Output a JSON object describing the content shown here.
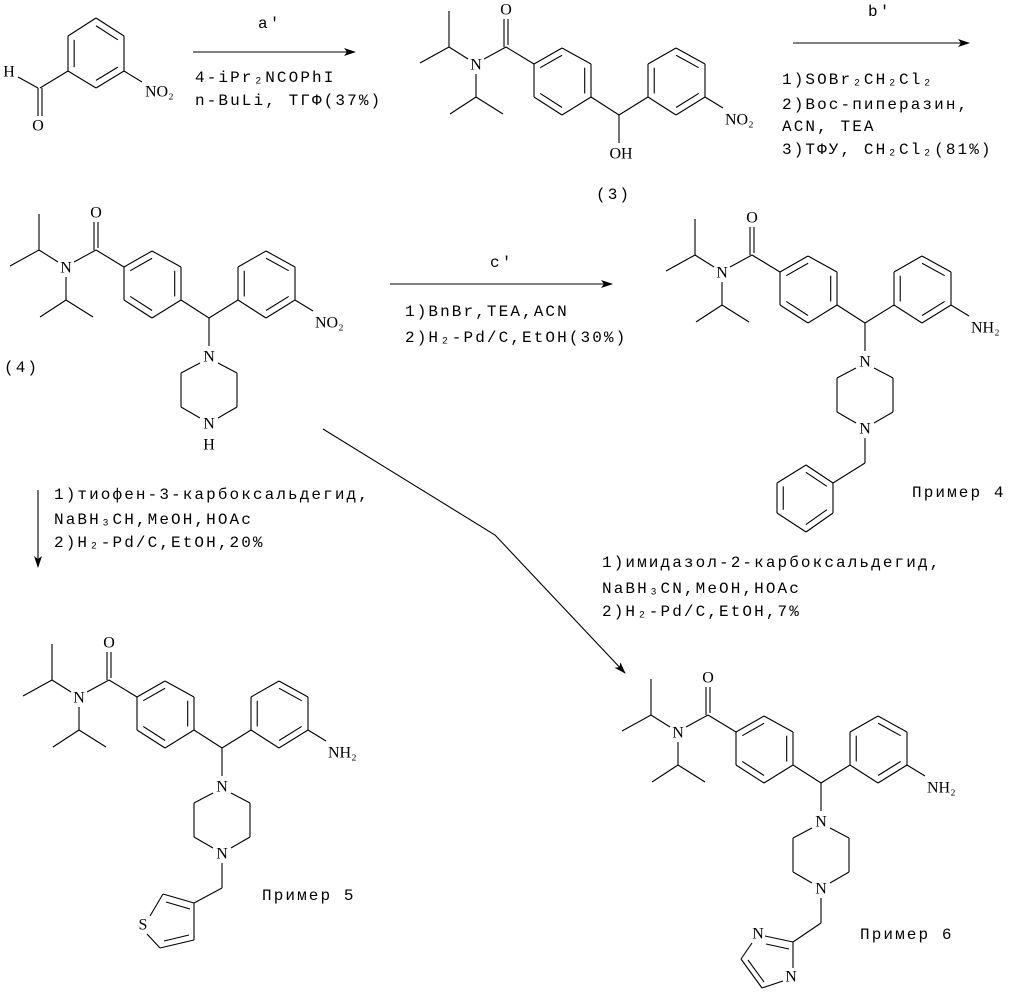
{
  "atom_labels": {
    "N": "N",
    "O": "O",
    "H": "H",
    "S": "S",
    "OH": "OH",
    "NO2": "NO₂",
    "NH2": "NH₂"
  },
  "steps": {
    "a": {
      "label": "a'",
      "lines": [
        "4-iPr₂NCOPhI",
        "n-BuLi, ТГФ(37%)"
      ]
    },
    "b": {
      "label": "b'",
      "lines": [
        "1)SOBr₂CH₂Cl₂",
        "2)Boc-пиперазин,",
        "ACN, TEA",
        "3)ТФУ, CH₂Cl₂(81%)"
      ]
    },
    "c": {
      "label": "c'",
      "lines": [
        "1)BnBr,TEA,ACN",
        "2)H₂-Pd/C,EtOH(30%)"
      ]
    },
    "thiophene": {
      "lines": [
        "1)тиофен-3-карбоксальдегид,",
        "NaBH₃CH,MeOH,HOAc",
        "2)H₂-Pd/C,EtOH,20%"
      ]
    },
    "imidazole": {
      "lines": [
        "1)имидазол-2-карбоксальдегид,",
        "NaBH₃CN,MeOH,HOAc",
        "2)H₂-Pd/C,EtOH,7%"
      ]
    }
  },
  "compound_labels": {
    "c3": "(3)",
    "c4": "(4)",
    "ex4": "Пример 4",
    "ex5": "Пример 5",
    "ex6": "Пример 6"
  }
}
